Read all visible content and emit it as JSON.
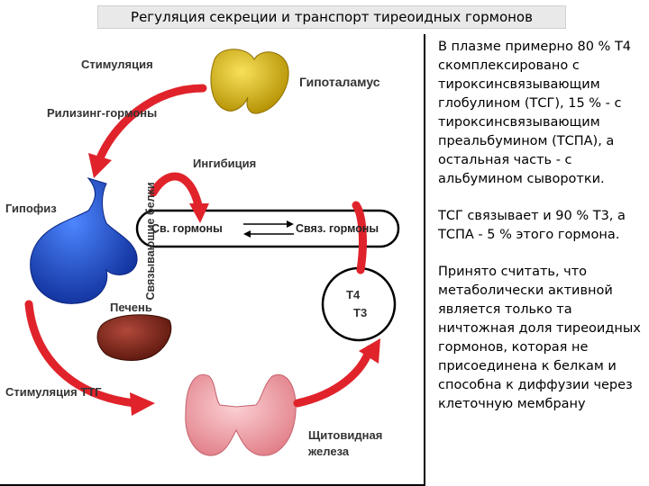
{
  "title": "Регуляция секреции и транспорт тиреоидных гормонов",
  "diagram": {
    "stimulation": "Стимуляция",
    "releasing_hormones": "Рилизинг-гормоны",
    "hypothalamus": "Гипоталамус",
    "inhibition": "Ингибиция",
    "pituitary": "Гипофиз",
    "free_hormones": "Св. гормоны",
    "bound_hormones": "Связ. гормоны",
    "binding_proteins": "Связывающие белки",
    "liver": "Печень",
    "t4": "Т4",
    "t3": "Т3",
    "tsh_stimulation": "Стимуляция ТТГ",
    "thyroid_line1": "Щитовидная",
    "thyroid_line2": "железа"
  },
  "side_text": {
    "p1": "В плазме примерно 80 % Т4 скомплексировано с тироксинсвязывающим глобулином (ТСГ), 15 % - с тироксинсвязывающим преальбумином (ТСПА), а остальная часть - с альбумином сыворотки.",
    "p2": "ТСГ связывает и 90 % Т3, а ТСПА - 5 % этого гормона.",
    "p3": "Принято считать, что метаболически активной является только та ничтожная доля тиреоидных гормонов, которая не присоединена к белкам и способна к диффузии через клеточную мембрану"
  },
  "colors": {
    "arrow_red": "#e0232b",
    "hypothalamus": "#d8b30c",
    "pituitary": "#1c4fd6",
    "liver": "#8a2a1a",
    "thyroid": "#f09aa0"
  }
}
